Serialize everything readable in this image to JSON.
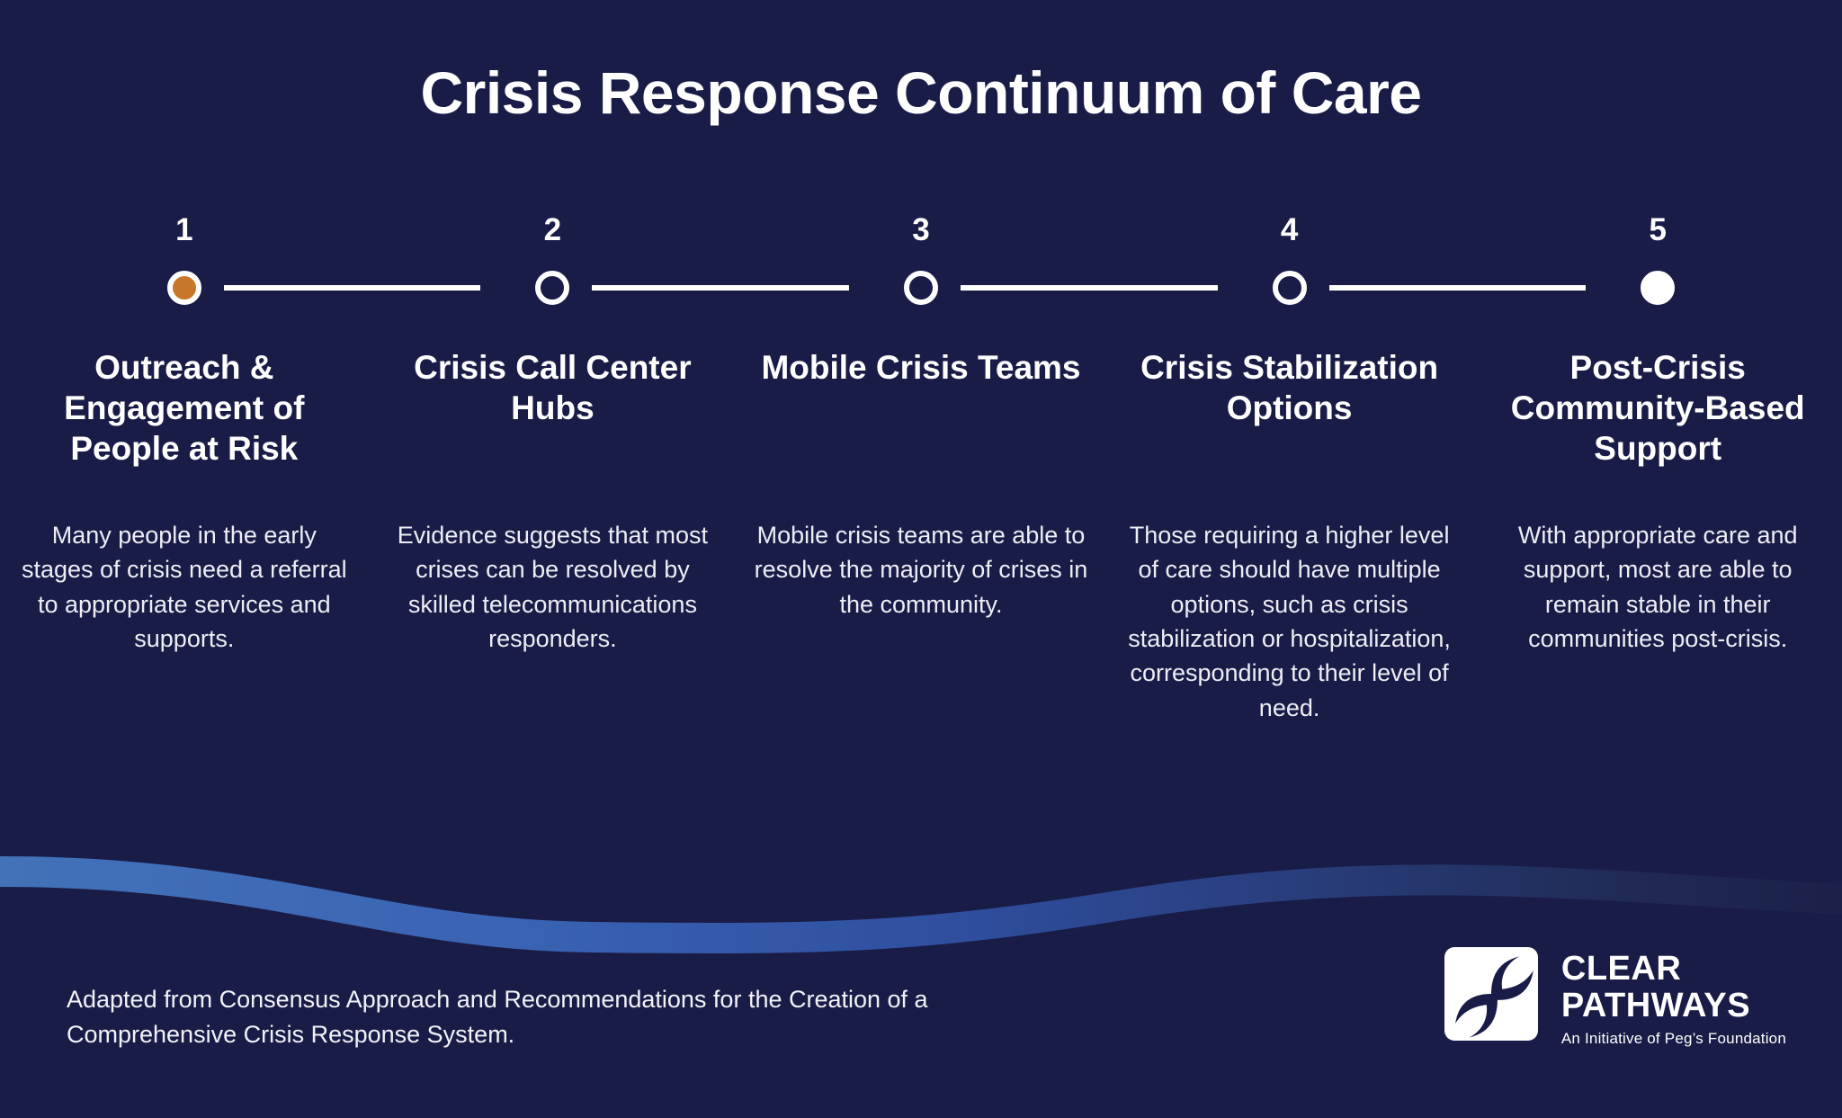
{
  "theme": {
    "background": "#191C47",
    "accent_orange": "#C8762A",
    "wave_blue": "#3A6BBE",
    "text_white": "#FFFFFF"
  },
  "header": {
    "title": "Crisis Response Continuum of Care"
  },
  "steps": [
    {
      "number": "1",
      "marker": "filled-accent-circle",
      "heading": "Outreach & Engagement of People at Risk",
      "body": "Many people in the early stages of crisis need a referral to appropriate services and supports."
    },
    {
      "number": "2",
      "marker": "hollow-circle",
      "heading": "Crisis Call Center Hubs",
      "body": "Evidence suggests that most crises can be resolved by skilled telecommunications responders."
    },
    {
      "number": "3",
      "marker": "hollow-circle",
      "heading": "Mobile Crisis Teams",
      "body": "Mobile crisis teams are able to resolve the majority of crises in the community."
    },
    {
      "number": "4",
      "marker": "hollow-circle",
      "heading": "Crisis Stabilization Options",
      "body": "Those requiring a higher level of care should have multiple options, such as crisis stabilization or hospitalization, corresponding to their level of need."
    },
    {
      "number": "5",
      "marker": "filled-white-circle",
      "heading": "Post-Crisis Community-Based Support",
      "body": "With appropriate care and support, most are able to remain stable in their communities post-crisis."
    }
  ],
  "footer": {
    "attribution": "Adapted from Consensus Approach and Recommendations for the Creation of a Comprehensive Crisis Response System.",
    "logo": {
      "mark": "clear-pathways-swirl-icon",
      "line1": "CLEAR",
      "line2": "PATHWAYS",
      "tagline": "An Initiative of Peg’s Foundation"
    }
  }
}
